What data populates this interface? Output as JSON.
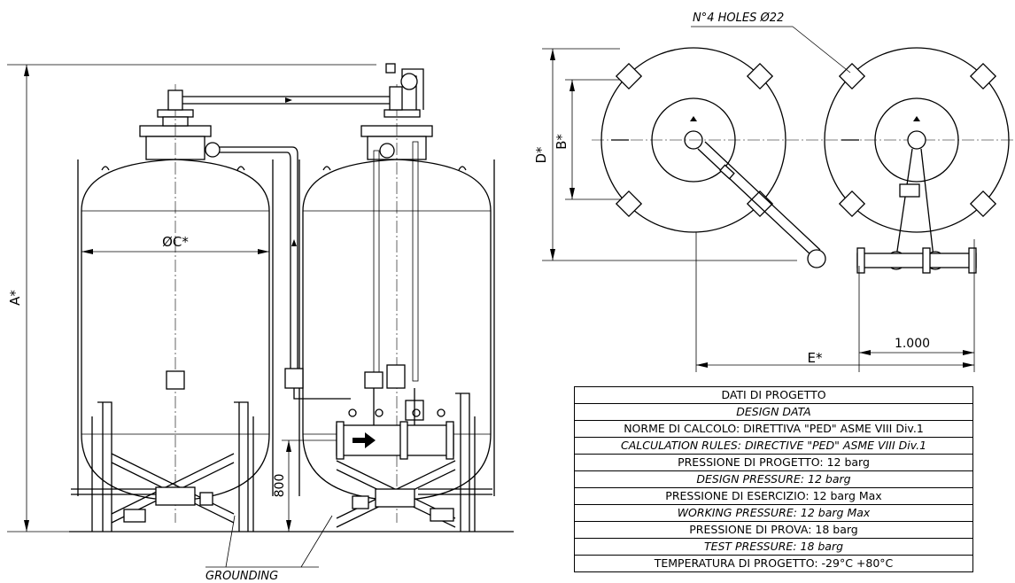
{
  "front_view": {
    "height_dim": "A*",
    "diameter_dim": "ØC*",
    "leg_height_dim": "800",
    "grounding_label": "GROUNDING"
  },
  "plan_view": {
    "holes_note": "N°4 HOLES Ø22",
    "dim_b": "B*",
    "dim_d": "D*",
    "dim_e": "E*",
    "dim_spacing": "1.000"
  },
  "design_table": {
    "rows": [
      {
        "text": "DATI DI PROGETTO",
        "italic": false
      },
      {
        "text": "DESIGN DATA",
        "italic": true
      },
      {
        "text": "NORME DI CALCOLO: DIRETTIVA \"PED\" ASME VIII Div.1",
        "italic": false
      },
      {
        "text": "CALCULATION RULES: DIRECTIVE \"PED\" ASME VIII Div.1",
        "italic": true
      },
      {
        "text": "PRESSIONE DI PROGETTO: 12 barg",
        "italic": false
      },
      {
        "text": "DESIGN PRESSURE: 12 barg",
        "italic": true
      },
      {
        "text": "PRESSIONE DI ESERCIZIO: 12 barg Max",
        "italic": false
      },
      {
        "text": "WORKING PRESSURE: 12 barg Max",
        "italic": true
      },
      {
        "text": "PRESSIONE DI PROVA: 18 barg",
        "italic": false
      },
      {
        "text": "TEST PRESSURE: 18 barg",
        "italic": true
      },
      {
        "text": "TEMPERATURA DI PROGETTO: -29°C +80°C",
        "italic": false
      }
    ]
  }
}
